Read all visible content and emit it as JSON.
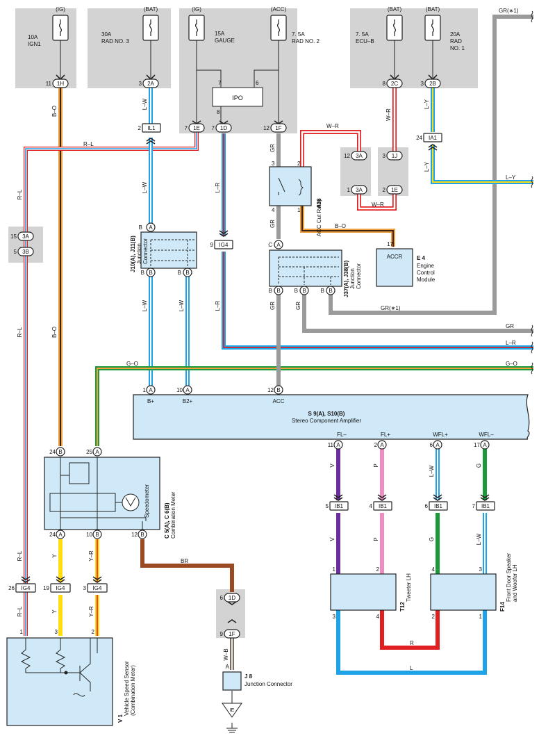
{
  "power": {
    "ig": "(IG)",
    "bat": "(BAT)",
    "acc": "(ACC)"
  },
  "fuses": {
    "ign1": {
      "amp": "10A",
      "name": "IGN1"
    },
    "rad3": {
      "amp": "30A",
      "name": "RAD NO. 3"
    },
    "gauge": {
      "amp": "15A",
      "name": "GAUGE"
    },
    "rad2": {
      "amp": "7. 5A",
      "name": "RAD NO. 2"
    },
    "ecub": {
      "amp": "7. 5A",
      "name": "ECU–B"
    },
    "rad1": {
      "amp": "20A",
      "name1": "RAD",
      "name2": "NO. 1"
    }
  },
  "relays": {
    "ipo": "IPO",
    "acc_cut_id": "A36",
    "acc_cut_name": "ACC Cut Relay"
  },
  "connectors": {
    "c1H": "1H",
    "c2A": "2A",
    "c1E": "1E",
    "c1D": "1D",
    "c1F": "1F",
    "c2C": "2C",
    "c2B": "2B",
    "cIL1": "IL1",
    "cIA1": "IA1",
    "c3A": "3A",
    "c1J": "1J",
    "c3B": "3B",
    "cIG4": "IG4",
    "cIB1": "IB1",
    "cA": "A",
    "cB": "B",
    "cC": "C",
    "cIE": "IE"
  },
  "pins": {
    "p11": "11",
    "p3": "3",
    "p2": "2",
    "p7": "7",
    "p12": "12",
    "p8": "8",
    "p6": "6",
    "p24": "24",
    "p1": "1",
    "p4": "4",
    "p5": "5",
    "p15": "15",
    "p9": "9",
    "p17": "17",
    "p10": "10",
    "p25": "25",
    "p19": "19"
  },
  "wires": {
    "gr1": "GR(∗1)",
    "bo": "B–O",
    "lw": "L–W",
    "rl": "R–L",
    "wr": "W–R",
    "ly": "L–Y",
    "gr": "GR",
    "lr": "L–R",
    "go": "G–O",
    "y": "Y",
    "yr": "Y–R",
    "br": "BR",
    "wb": "W–B",
    "v": "V",
    "p": "P",
    "g": "G",
    "r": "R",
    "l": "L"
  },
  "ecm": {
    "id": "E 4",
    "pin": "ACCR",
    "name1": "Engine",
    "name2": "Control",
    "name3": "Module"
  },
  "junctions": {
    "j10_id": "J10(A), J11(B)",
    "j10_n1": "Junction",
    "j10_n2": "Connector",
    "j37_id": "J37(A), J38(B)",
    "j37_n1": "Junction",
    "j37_n2": "Connector",
    "j8_id": "J 8",
    "j8_name": "Junction Connector"
  },
  "amplifier": {
    "id": "S 9(A), S10(B)",
    "name": "Stereo Component Amplifier",
    "b_plus": "B+",
    "b2_plus": "B2+",
    "acc": "ACC",
    "fl_minus": "FL–",
    "fl_plus": "FL+",
    "wfl_plus": "WFL+",
    "wfl_minus": "WFL–"
  },
  "meter": {
    "id": "C 5(A), C 6(B)",
    "name": "Combination Meter",
    "speedo": "Speedometer"
  },
  "sensor": {
    "id": "V 1",
    "name1": "Vehicle Speed Sensor",
    "name2": "(Combination Meter)"
  },
  "tweeter": {
    "id": "T12",
    "name": "Tweeter LH"
  },
  "woofer": {
    "id": "F14",
    "name1": "Front Door Speaker",
    "name2": "and Woofer LH"
  },
  "colors": {
    "L": "#1ea2e8",
    "W": "#ffffff",
    "B": "#3b2412",
    "O": "#f0a040",
    "R": "#e02020",
    "Y": "#ffdd10",
    "G": "#1a9a3a",
    "GR": "#9a9a9a",
    "V": "#6a2d9a",
    "P": "#ee8ec0",
    "BR": "#9a4a22",
    "box": "#cfe9f8",
    "shade": "#d3d3d3"
  }
}
